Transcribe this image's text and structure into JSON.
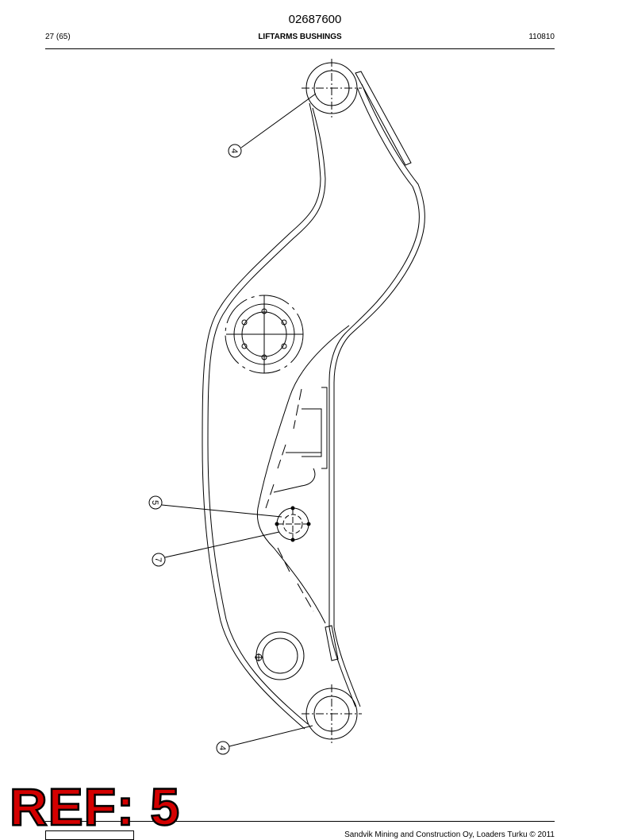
{
  "header": {
    "doc_number": "02687600",
    "page": "27 (65)",
    "title": "LIFTARMS BUSHINGS",
    "date": "110810"
  },
  "callouts": [
    "4",
    "5",
    "7",
    "4"
  ],
  "footer": {
    "copyright": "Sandvik Mining and Construction Oy, Loaders Turku © 2011"
  },
  "ref_label": "REF: 5"
}
